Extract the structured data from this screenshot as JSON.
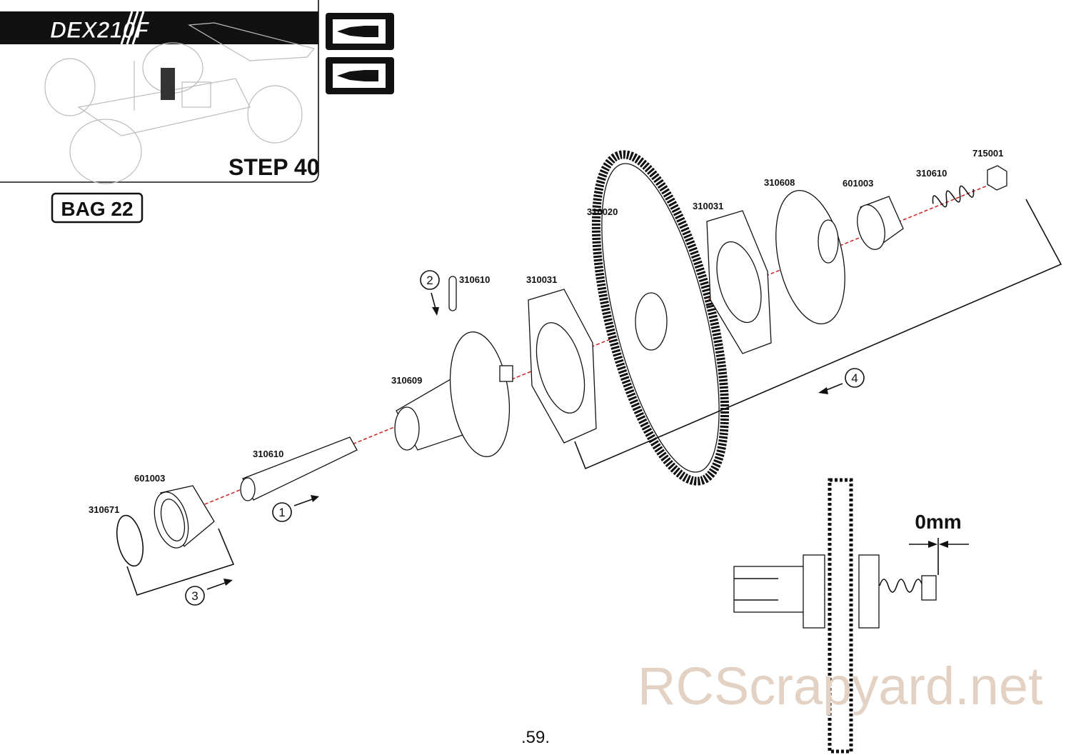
{
  "header": {
    "model_logo": "DEX210F",
    "step_label": "STEP 40",
    "bag_label": "BAG 22"
  },
  "parts": [
    {
      "id": "part-715001",
      "number": "715001"
    },
    {
      "id": "part-310610-spring",
      "number": "310610"
    },
    {
      "id": "part-601003-right",
      "number": "601003"
    },
    {
      "id": "part-310608",
      "number": "310608"
    },
    {
      "id": "part-310031-right",
      "number": "310031"
    },
    {
      "id": "part-310020",
      "number": "310020"
    },
    {
      "id": "part-310031-left",
      "number": "310031"
    },
    {
      "id": "part-310610-pin",
      "number": "310610"
    },
    {
      "id": "part-310609",
      "number": "310609"
    },
    {
      "id": "part-310610-shaft",
      "number": "310610"
    },
    {
      "id": "part-601003-left",
      "number": "601003"
    },
    {
      "id": "part-310671",
      "number": "310671"
    }
  ],
  "steps": [
    "1",
    "2",
    "3",
    "4"
  ],
  "detail": {
    "gap_label": "0mm"
  },
  "watermark": "RCScrapyard.net",
  "page_number": ".59.",
  "colors": {
    "axis": "#cc2222",
    "watermark": "#e3d2c4",
    "ink": "#111111"
  }
}
